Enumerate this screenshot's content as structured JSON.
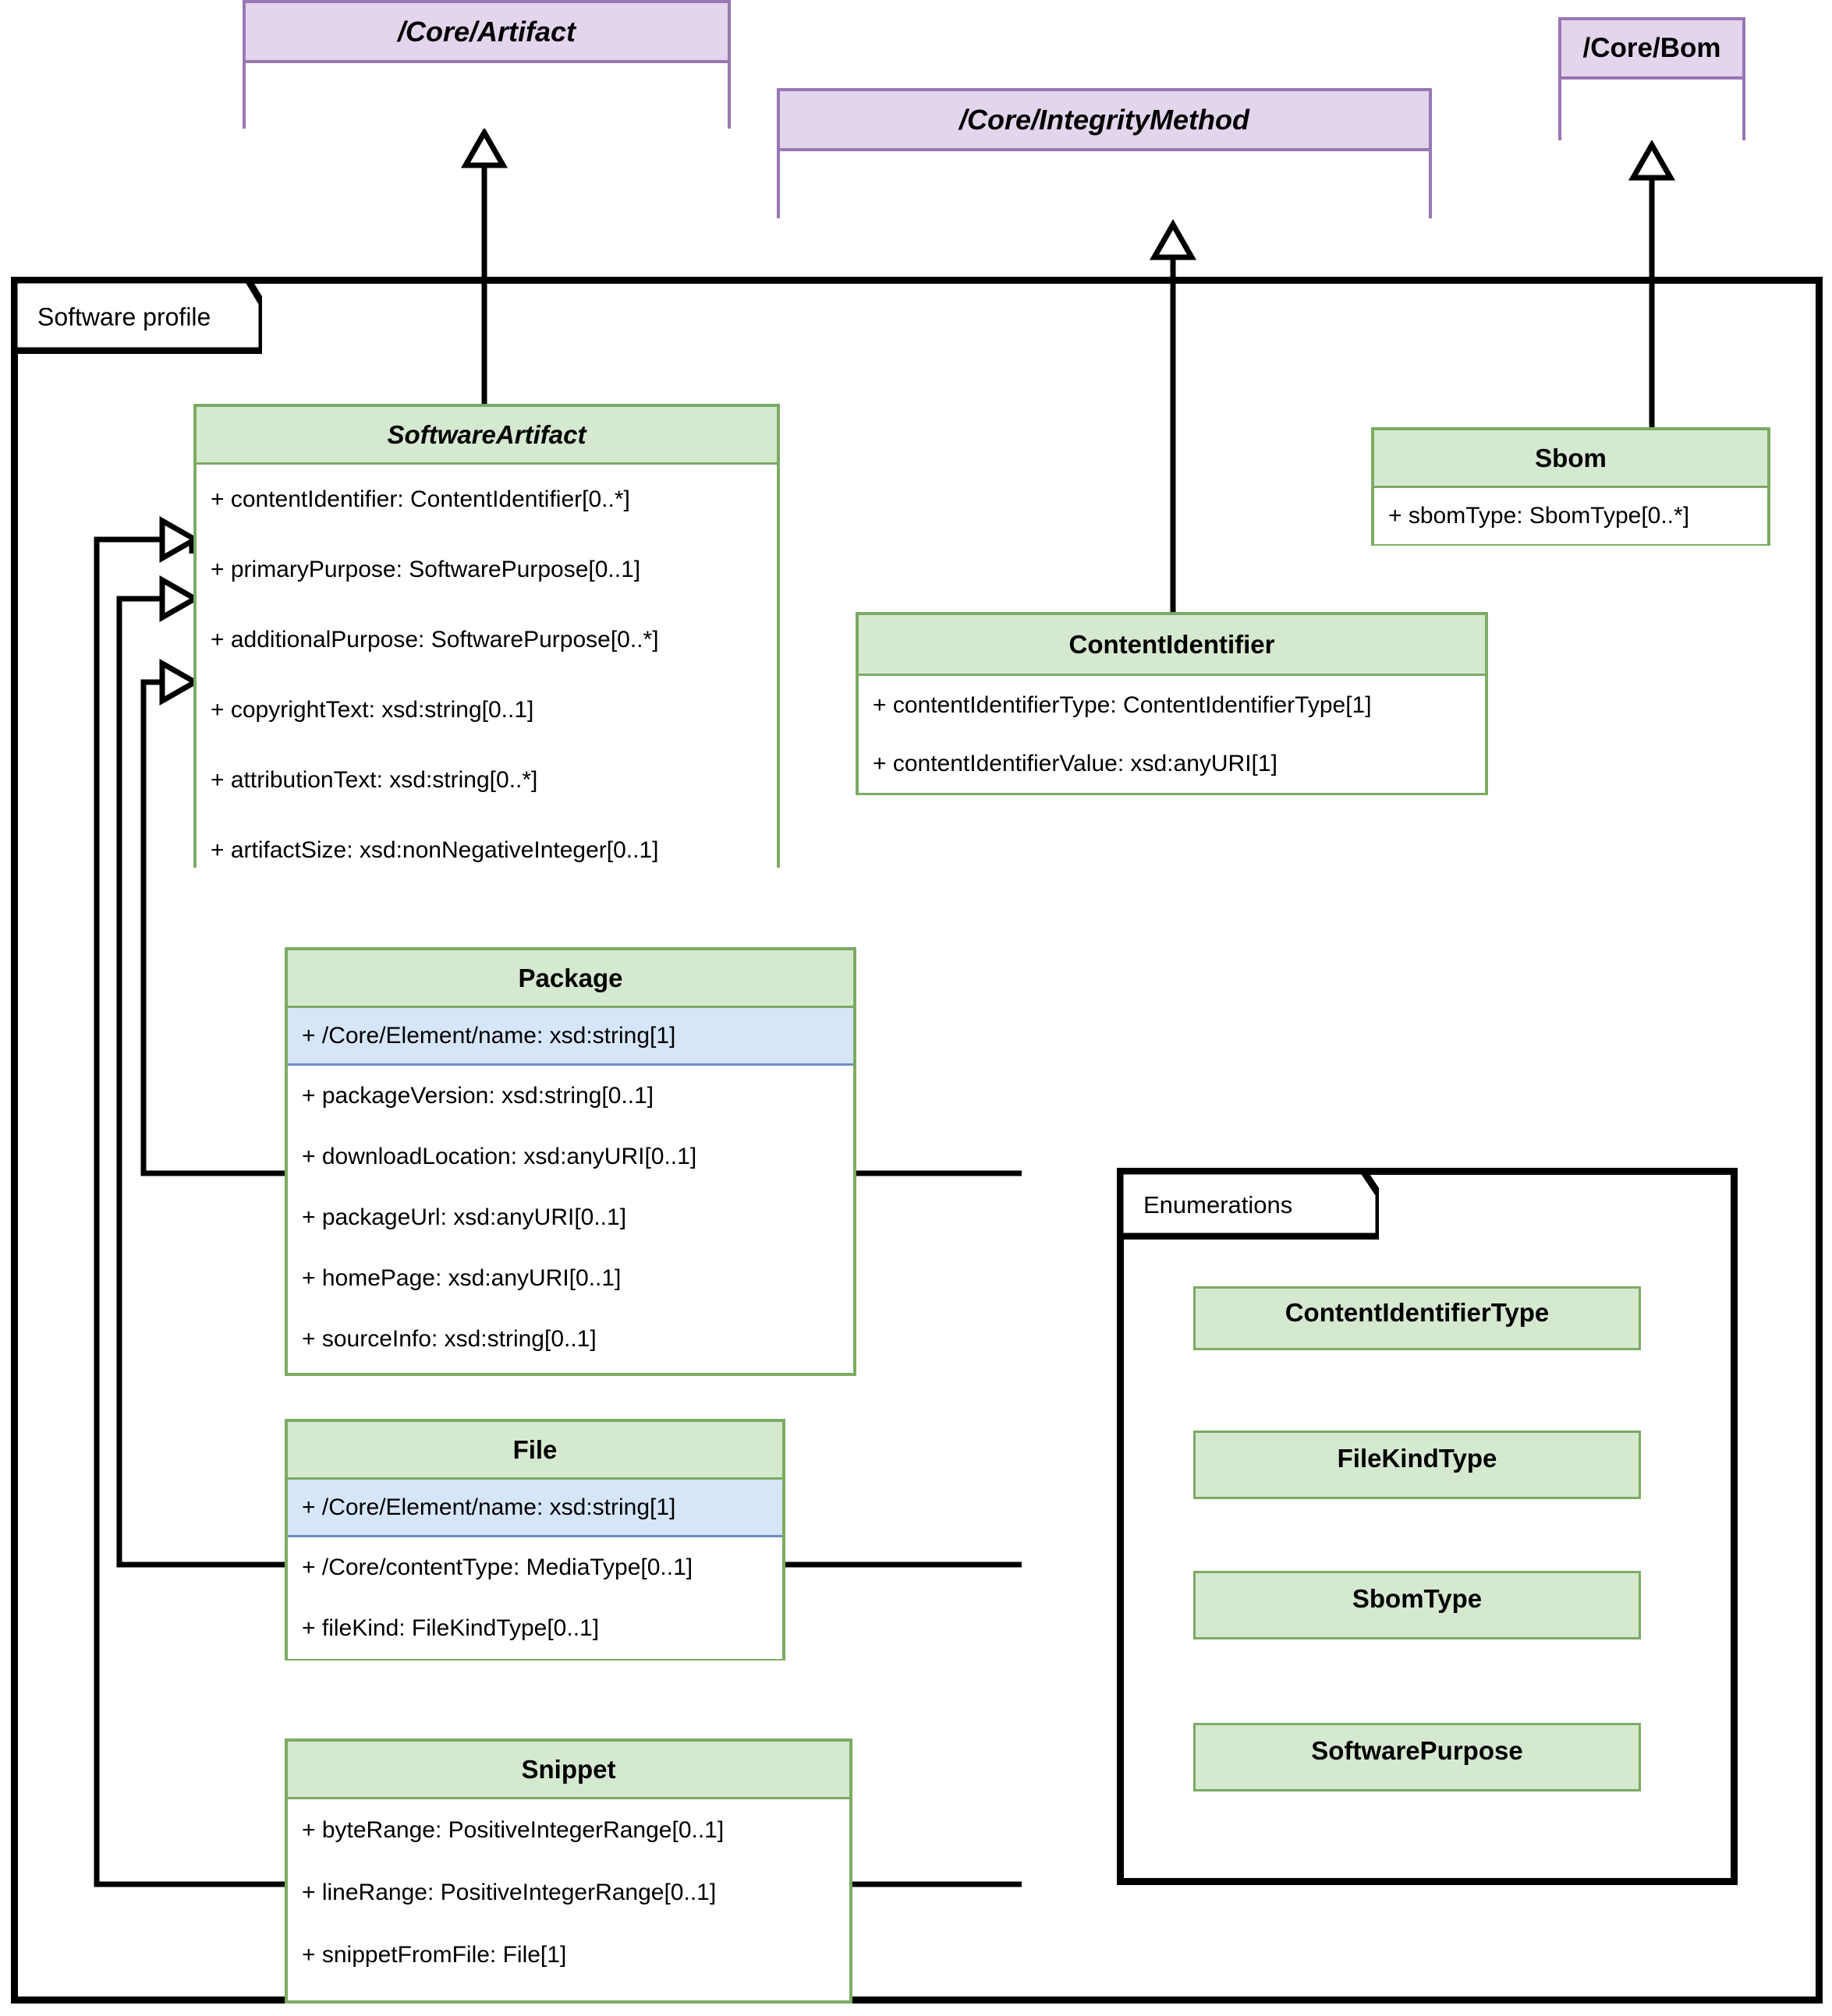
{
  "diagram": {
    "type": "uml-class-diagram",
    "title": "Software profile"
  },
  "core_classes": [
    {
      "name": "/Core/Artifact",
      "abstract": true,
      "attributes": []
    },
    {
      "name": "/Core/IntegrityMethod",
      "abstract": true,
      "attributes": []
    },
    {
      "name": "/Core/Bom",
      "abstract": true,
      "attributes": []
    }
  ],
  "packages": {
    "software_profile": {
      "label": "Software profile"
    },
    "enumerations": {
      "label": "Enumerations"
    }
  },
  "software_classes": {
    "software_artifact": {
      "name": "SoftwareArtifact",
      "abstract": true,
      "attributes": [
        "+ contentIdentifier: ContentIdentifier[0..*]",
        "+ primaryPurpose: SoftwarePurpose[0..1]",
        "+ additionalPurpose: SoftwarePurpose[0..*]",
        "+ copyrightText: xsd:string[0..1]",
        "+ attributionText: xsd:string[0..*]",
        "+ artifactSize: xsd:nonNegativeInteger[0..1]"
      ]
    },
    "content_identifier": {
      "name": "ContentIdentifier",
      "abstract": false,
      "attributes": [
        "+ contentIdentifierType: ContentIdentifierType[1]",
        "+ contentIdentifierValue: xsd:anyURI[1]"
      ]
    },
    "sbom": {
      "name": "Sbom",
      "abstract": false,
      "attributes": [
        "+ sbomType: SbomType[0..*]"
      ]
    },
    "package": {
      "name": "Package",
      "abstract": false,
      "attributes": [
        "+ /Core/Element/name: xsd:string[1]",
        "+ packageVersion: xsd:string[0..1]",
        "+ downloadLocation: xsd:anyURI[0..1]",
        "+ packageUrl: xsd:anyURI[0..1]",
        "+ homePage: xsd:anyURI[0..1]",
        "+ sourceInfo: xsd:string[0..1]"
      ],
      "inherited_indices": [
        0
      ]
    },
    "file": {
      "name": "File",
      "abstract": false,
      "attributes": [
        "+ /Core/Element/name: xsd:string[1]",
        "+ /Core/contentType: MediaType[0..1]",
        "+ fileKind: FileKindType[0..1]"
      ],
      "inherited_indices": [
        0
      ]
    },
    "snippet": {
      "name": "Snippet",
      "abstract": false,
      "attributes": [
        "+ byteRange: PositiveIntegerRange[0..1]",
        "+ lineRange: PositiveIntegerRange[0..1]",
        "+ snippetFromFile: File[1]"
      ],
      "inherited_indices": []
    }
  },
  "enumerations": [
    {
      "name": "ContentIdentifierType"
    },
    {
      "name": "FileKindType"
    },
    {
      "name": "SbomType"
    },
    {
      "name": "SoftwarePurpose"
    }
  ],
  "generalizations": [
    {
      "from": "SoftwareArtifact",
      "to": "/Core/Artifact"
    },
    {
      "from": "ContentIdentifier",
      "to": "/Core/IntegrityMethod"
    },
    {
      "from": "Sbom",
      "to": "/Core/Bom"
    },
    {
      "from": "Package",
      "to": "SoftwareArtifact"
    },
    {
      "from": "File",
      "to": "SoftwareArtifact"
    },
    {
      "from": "Snippet",
      "to": "SoftwareArtifact"
    }
  ],
  "colors": {
    "core_fill": "#e2d5ec",
    "core_stroke": "#9a76b4",
    "software_fill": "#d5e8d0",
    "software_stroke": "#7cab63",
    "inherited_fill": "#d6e5f8",
    "inherited_stroke": "#6c8ebf",
    "package_stroke": "#000000",
    "background": "#ffffff"
  }
}
